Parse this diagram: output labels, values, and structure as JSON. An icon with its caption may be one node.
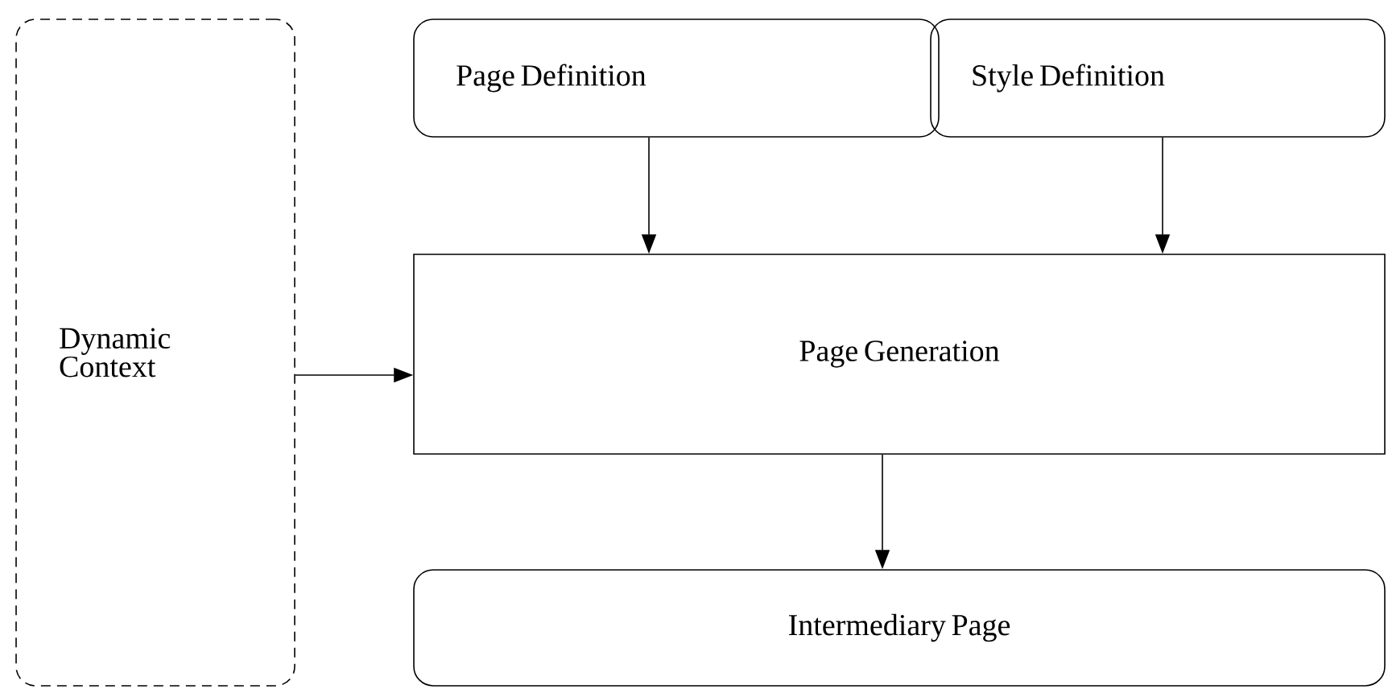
{
  "diagram": {
    "nodes": [
      {
        "text": [
          "Dynamic Context"
        ]
      },
      {
        "text": [
          "Page Definition"
        ]
      },
      {
        "text": [
          "Style Definition"
        ]
      },
      {
        "text": [
          "Page Generation"
        ]
      },
      {
        "text": [
          "Intermediary Page"
        ]
      }
    ],
    "edges": [
      {
        "from": 1,
        "to": 3,
        "arrow": "to"
      },
      {
        "from": 2,
        "to": 3,
        "arrow": "to"
      },
      {
        "from": 0,
        "to": 3,
        "arrow": "to"
      },
      {
        "from": 3,
        "to": 4,
        "arrow": "to"
      }
    ]
  }
}
